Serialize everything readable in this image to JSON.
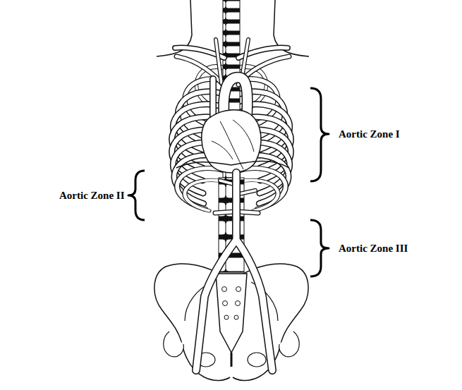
{
  "diagram": {
    "labels": [
      "Aortic Zone I",
      "Aortic Zone II",
      "Aortic Zone III"
    ]
  }
}
